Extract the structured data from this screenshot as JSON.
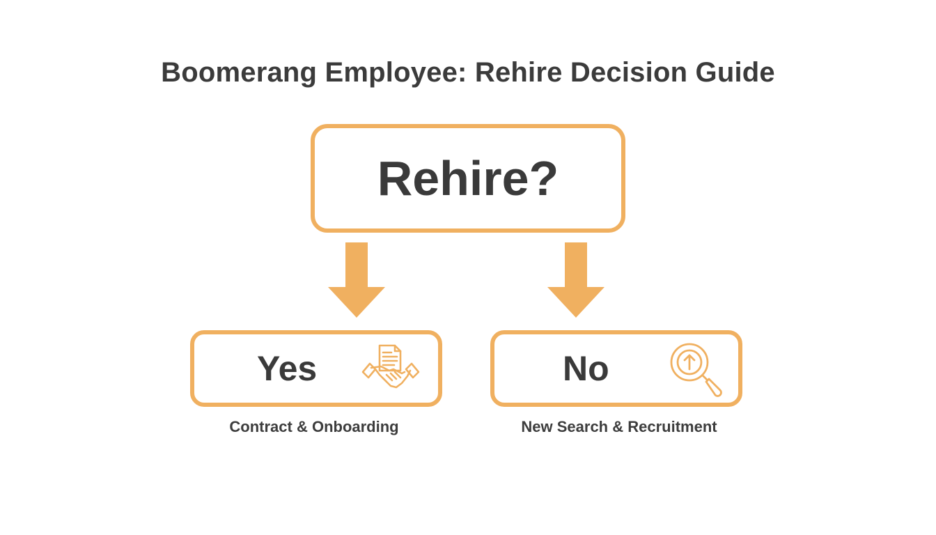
{
  "title": "Boomerang Employee: Rehire Decision Guide",
  "decision": {
    "question": "Rehire?"
  },
  "options": [
    {
      "label": "Yes",
      "caption": "Contract & Onboarding",
      "icon": "handshake-contract-icon"
    },
    {
      "label": "No",
      "caption": "New Search & Recruitment",
      "icon": "magnifier-search-icon"
    }
  ],
  "colors": {
    "accent": "#f0b060",
    "text": "#3a3a3a",
    "background": "#ffffff"
  }
}
